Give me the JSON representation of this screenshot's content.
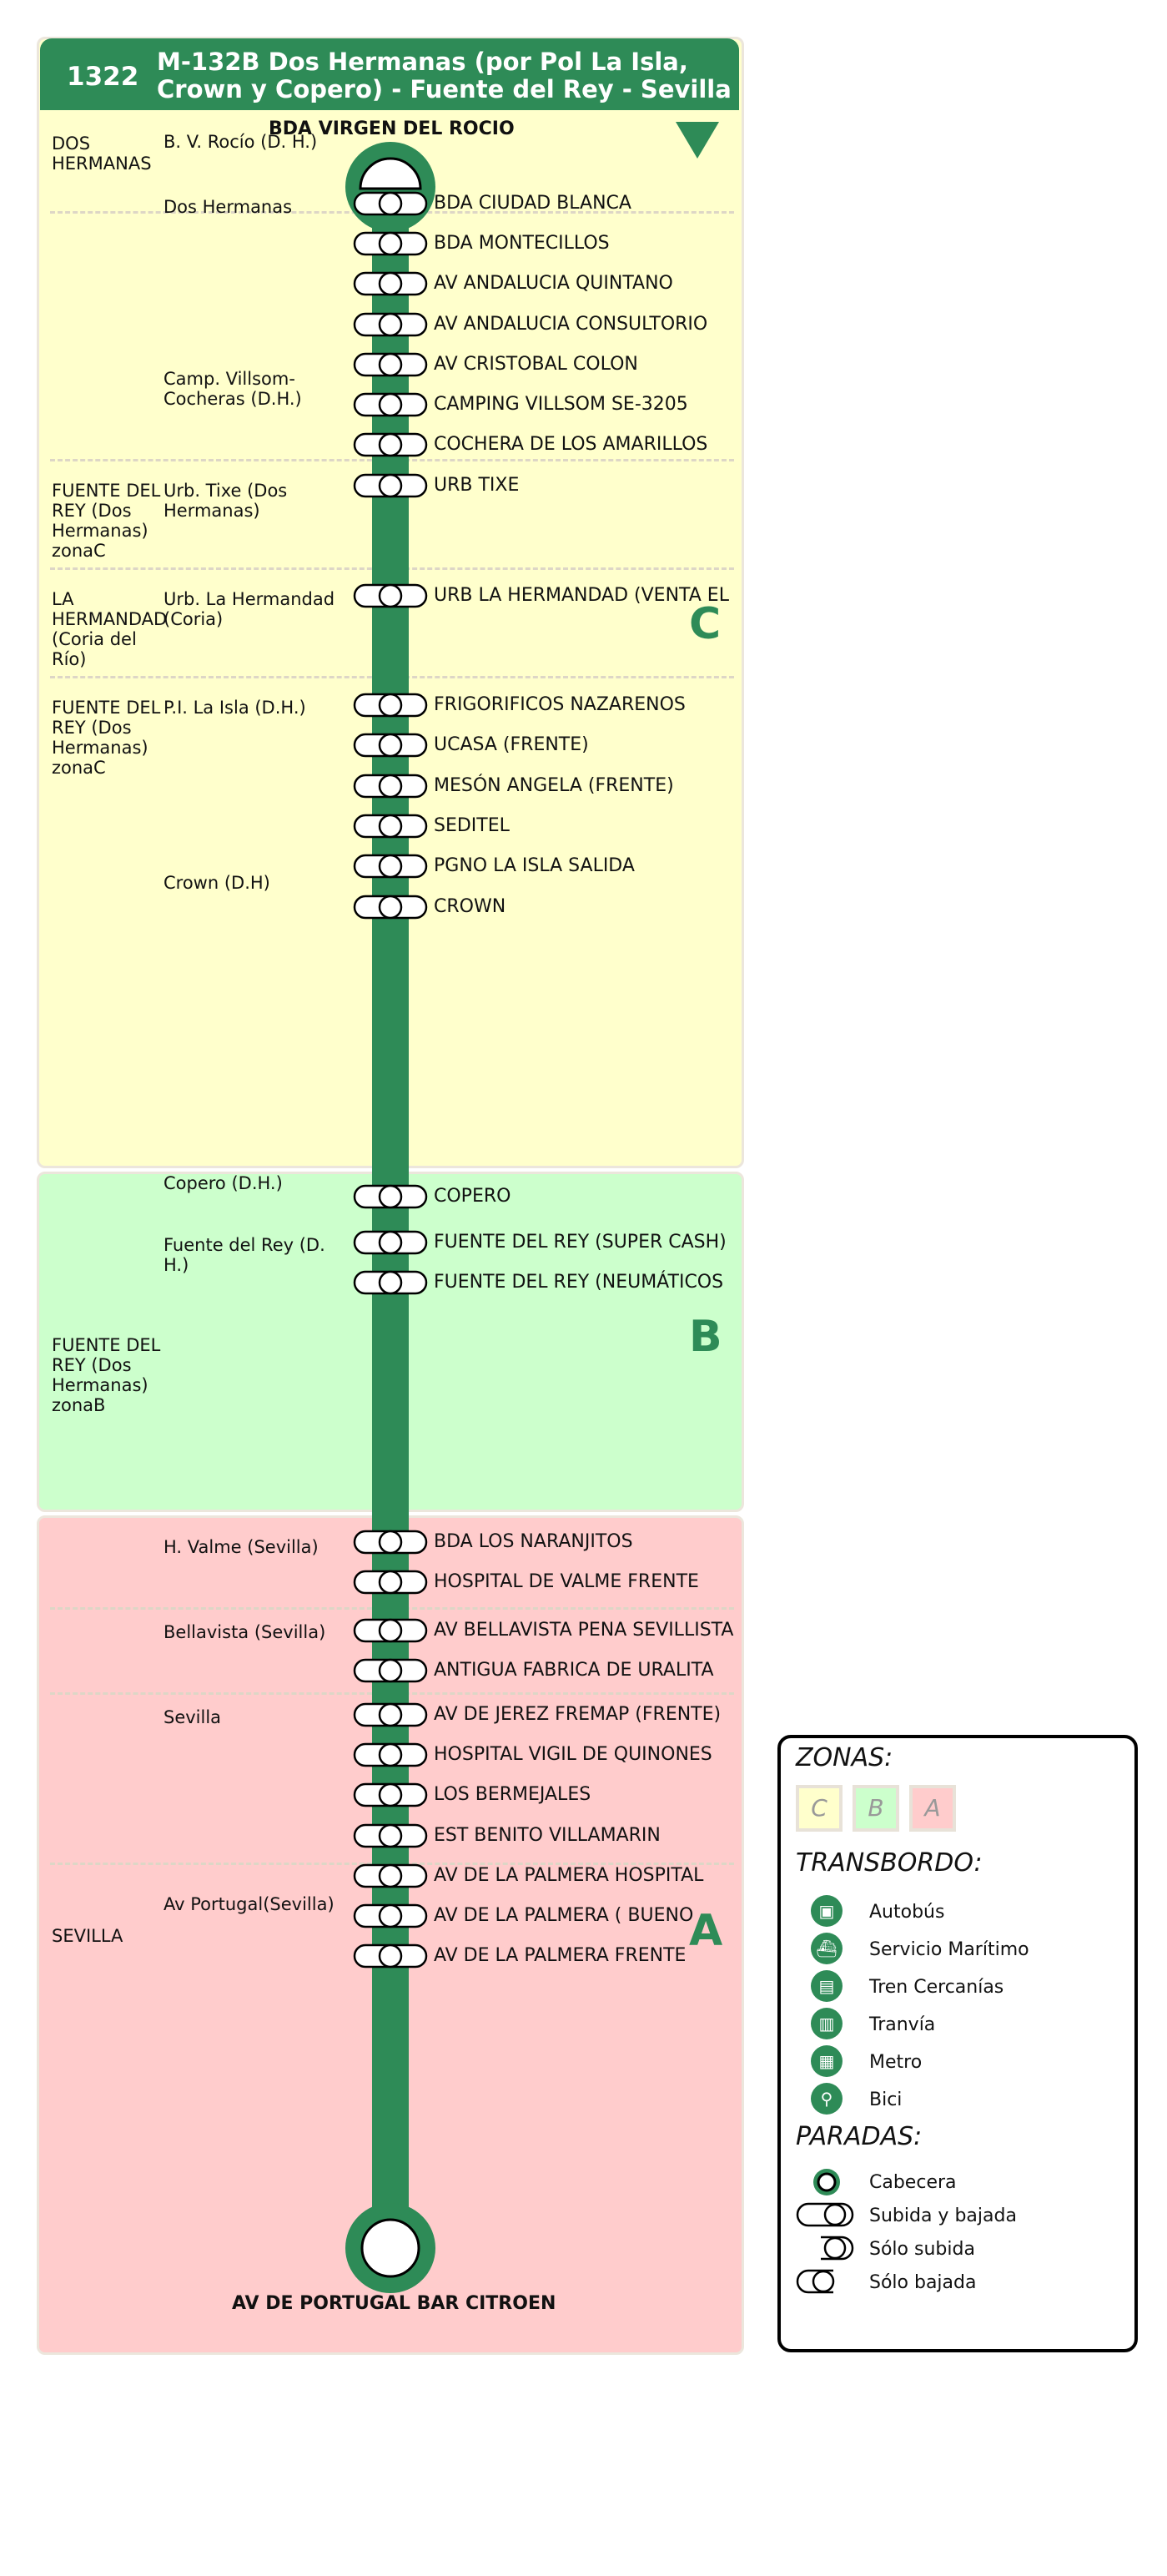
{
  "header": {
    "number": "1322",
    "title": "M-132B Dos Hermanas (por Pol La Isla, Crown y Copero) - Fuente del Rey - Sevilla"
  },
  "terminals": {
    "start": "BDA VIRGEN DEL ROCIO",
    "end": "AV DE PORTUGAL BAR CITROEN"
  },
  "colors": {
    "line": "#2e8b57",
    "zoneC": "#ffffcc",
    "zoneB": "#ccffcc",
    "zoneA": "#ffcccc",
    "header": "#2e8b57"
  },
  "direction_icon": "down-triangle-icon",
  "zones": [
    {
      "letter": "C"
    },
    {
      "letter": "B"
    },
    {
      "letter": "A"
    }
  ],
  "zone_names": [
    "DOS HERMANAS",
    "FUENTE DEL REY (Dos Hermanas) zonaC",
    "LA HERMANDAD (Coria del Río)",
    "FUENTE DEL REY (Dos Hermanas) zonaC",
    "FUENTE DEL REY (Dos Hermanas) zonaB",
    "SEVILLA"
  ],
  "localities": [
    "B. V. Rocío (D. H.)",
    "Dos Hermanas",
    "Camp. Villsom-Cocheras (D.H.)",
    "Urb. Tixe (Dos Hermanas)",
    "Urb. La Hermandad (Coria)",
    "P.I. La Isla (D.H.)",
    "Crown (D.H)",
    "Copero (D.H.)",
    "Fuente del Rey (D. H.)",
    "H. Valme (Sevilla)",
    "Bellavista (Sevilla)",
    "Sevilla",
    "Av Portugal(Sevilla)"
  ],
  "stops": [
    "BDA CIUDAD BLANCA",
    "BDA MONTECILLOS",
    "AV ANDALUCIA QUINTANO",
    "AV ANDALUCIA CONSULTORIO",
    "AV CRISTOBAL COLON",
    "CAMPING VILLSOM SE-3205",
    "COCHERA DE LOS AMARILLOS",
    "URB TIXE",
    "URB LA HERMANDAD (VENTA EL",
    "FRIGORIFICOS NAZARENOS",
    "UCASA (FRENTE)",
    "MESÓN ANGELA (FRENTE)",
    "SEDITEL",
    "PGNO LA ISLA SALIDA",
    "CROWN",
    "COPERO",
    "FUENTE DEL REY (SUPER CASH)",
    "FUENTE DEL REY (NEUMÁTICOS",
    "BDA LOS NARANJITOS",
    "HOSPITAL DE VALME FRENTE",
    "AV BELLAVISTA PENA SEVILLISTA",
    "ANTIGUA FABRICA DE URALITA",
    "AV DE JEREZ FREMAP (FRENTE)",
    "HOSPITAL VIGIL DE QUINONES",
    "LOS BERMEJALES",
    "EST BENITO VILLAMARIN",
    "AV DE LA PALMERA HOSPITAL",
    "AV DE LA PALMERA  ( BUENO",
    "AV DE LA PALMERA FRENTE"
  ],
  "legend": {
    "zones_title": "ZONAS:",
    "zone_swatches": [
      "C",
      "B",
      "A"
    ],
    "transfer_title": "TRANSBORDO:",
    "transfers": [
      {
        "label": "Autobús",
        "icon": "bus-icon"
      },
      {
        "label": "Servicio Marítimo",
        "icon": "boat-icon"
      },
      {
        "label": "Tren Cercanías",
        "icon": "train-icon"
      },
      {
        "label": "Tranvía",
        "icon": "tram-icon"
      },
      {
        "label": "Metro",
        "icon": "metro-icon"
      },
      {
        "label": "Bici",
        "icon": "bike-icon"
      }
    ],
    "stops_title": "PARADAS:",
    "stop_types": [
      "Cabecera",
      "Subida y bajada",
      "Sólo subida",
      "Sólo bajada"
    ]
  }
}
